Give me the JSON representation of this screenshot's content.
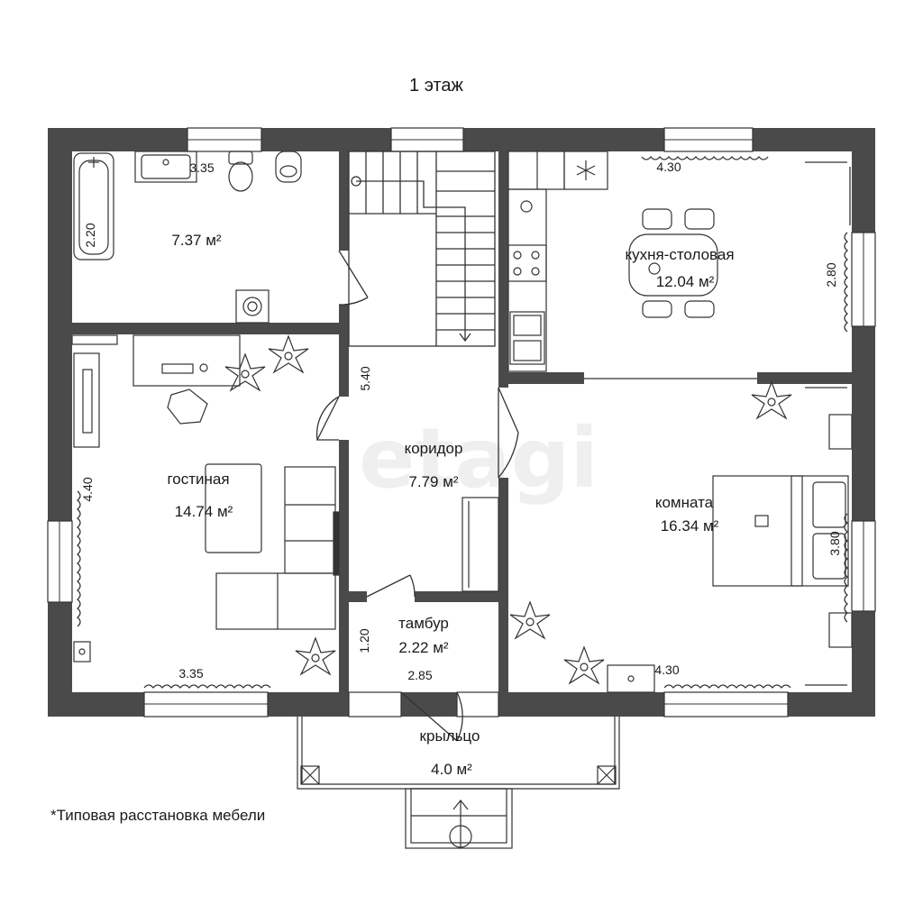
{
  "title": "1 этаж",
  "footnote": "*Типовая расстановка мебели",
  "watermark": "etagi",
  "rooms": {
    "bathroom": {
      "name": "",
      "area": "7.37 м²"
    },
    "kitchen": {
      "name": "кухня-столовая",
      "area": "12.04 м²"
    },
    "living": {
      "name": "гостиная",
      "area": "14.74 м²"
    },
    "corridor": {
      "name": "коридор",
      "area": "7.79 м²"
    },
    "bedroom": {
      "name": "комната",
      "area": "16.34 м²"
    },
    "vestibule": {
      "name": "тамбур",
      "area": "2.22 м²"
    },
    "porch": {
      "name": "крыльцо",
      "area": "4.0 м²"
    }
  },
  "dimensions": {
    "bath_width": "3.35",
    "bath_height": "2.20",
    "kitchen_width": "4.30",
    "kitchen_height": "2.80",
    "corridor_height": "5.40",
    "living_height": "4.40",
    "living_width": "3.35",
    "bedroom_height": "3.80",
    "bedroom_width": "4.30",
    "vestibule_height": "1.20",
    "vestibule_width": "2.85"
  },
  "colors": {
    "wall": "#4a4a4a",
    "line": "#333333",
    "background": "#ffffff"
  }
}
